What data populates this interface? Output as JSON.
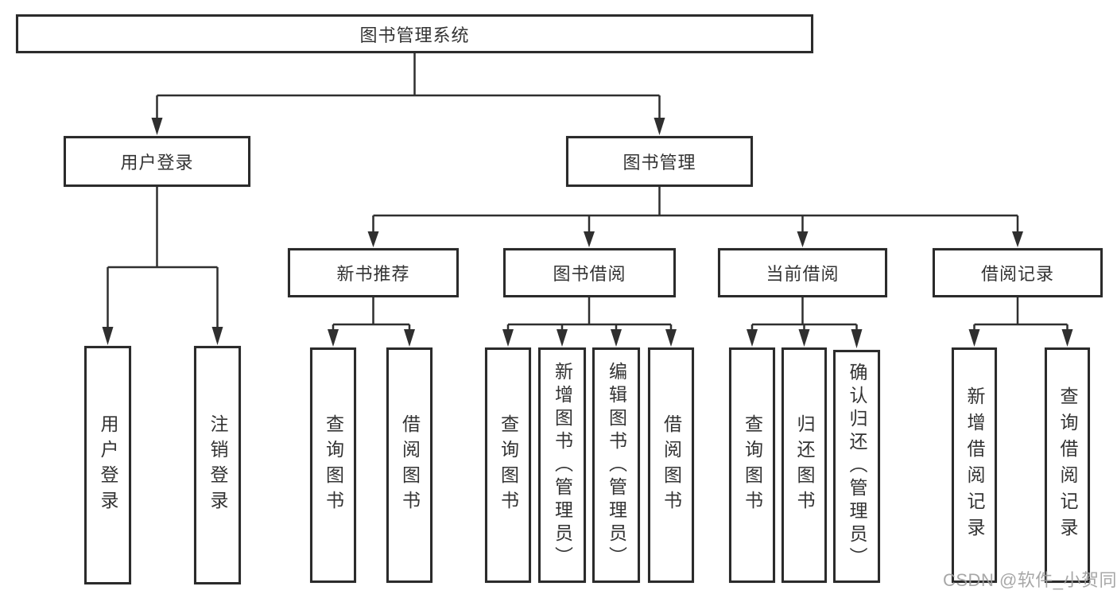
{
  "diagram_type": "hierarchy-chart",
  "tree": {
    "root": {
      "label": "图书管理系统",
      "children": [
        {
          "label": "用户登录",
          "children": [
            {
              "label": "用户登录"
            },
            {
              "label": "注销登录"
            }
          ]
        },
        {
          "label": "图书管理",
          "children": [
            {
              "label": "新书推荐",
              "children": [
                {
                  "label": "查询图书"
                },
                {
                  "label": "借阅图书"
                }
              ]
            },
            {
              "label": "图书借阅",
              "children": [
                {
                  "label": "查询图书"
                },
                {
                  "label": "新增图书（管理员）"
                },
                {
                  "label": "编辑图书（管理员）"
                },
                {
                  "label": "借阅图书"
                }
              ]
            },
            {
              "label": "当前借阅",
              "children": [
                {
                  "label": "查询图书"
                },
                {
                  "label": "归还图书"
                },
                {
                  "label": "确认归还（管理员）"
                }
              ]
            },
            {
              "label": "借阅记录",
              "children": [
                {
                  "label": "新增借阅记录"
                },
                {
                  "label": "查询借阅记录"
                }
              ]
            }
          ]
        }
      ]
    }
  },
  "colors": {
    "line": "#2f2f2f",
    "box_border": "#2b2b2b",
    "text": "#333333",
    "watermark": "#9e9e9e",
    "background": "#ffffff"
  },
  "watermark": {
    "text": "CSDN @软件_小贺同学"
  }
}
